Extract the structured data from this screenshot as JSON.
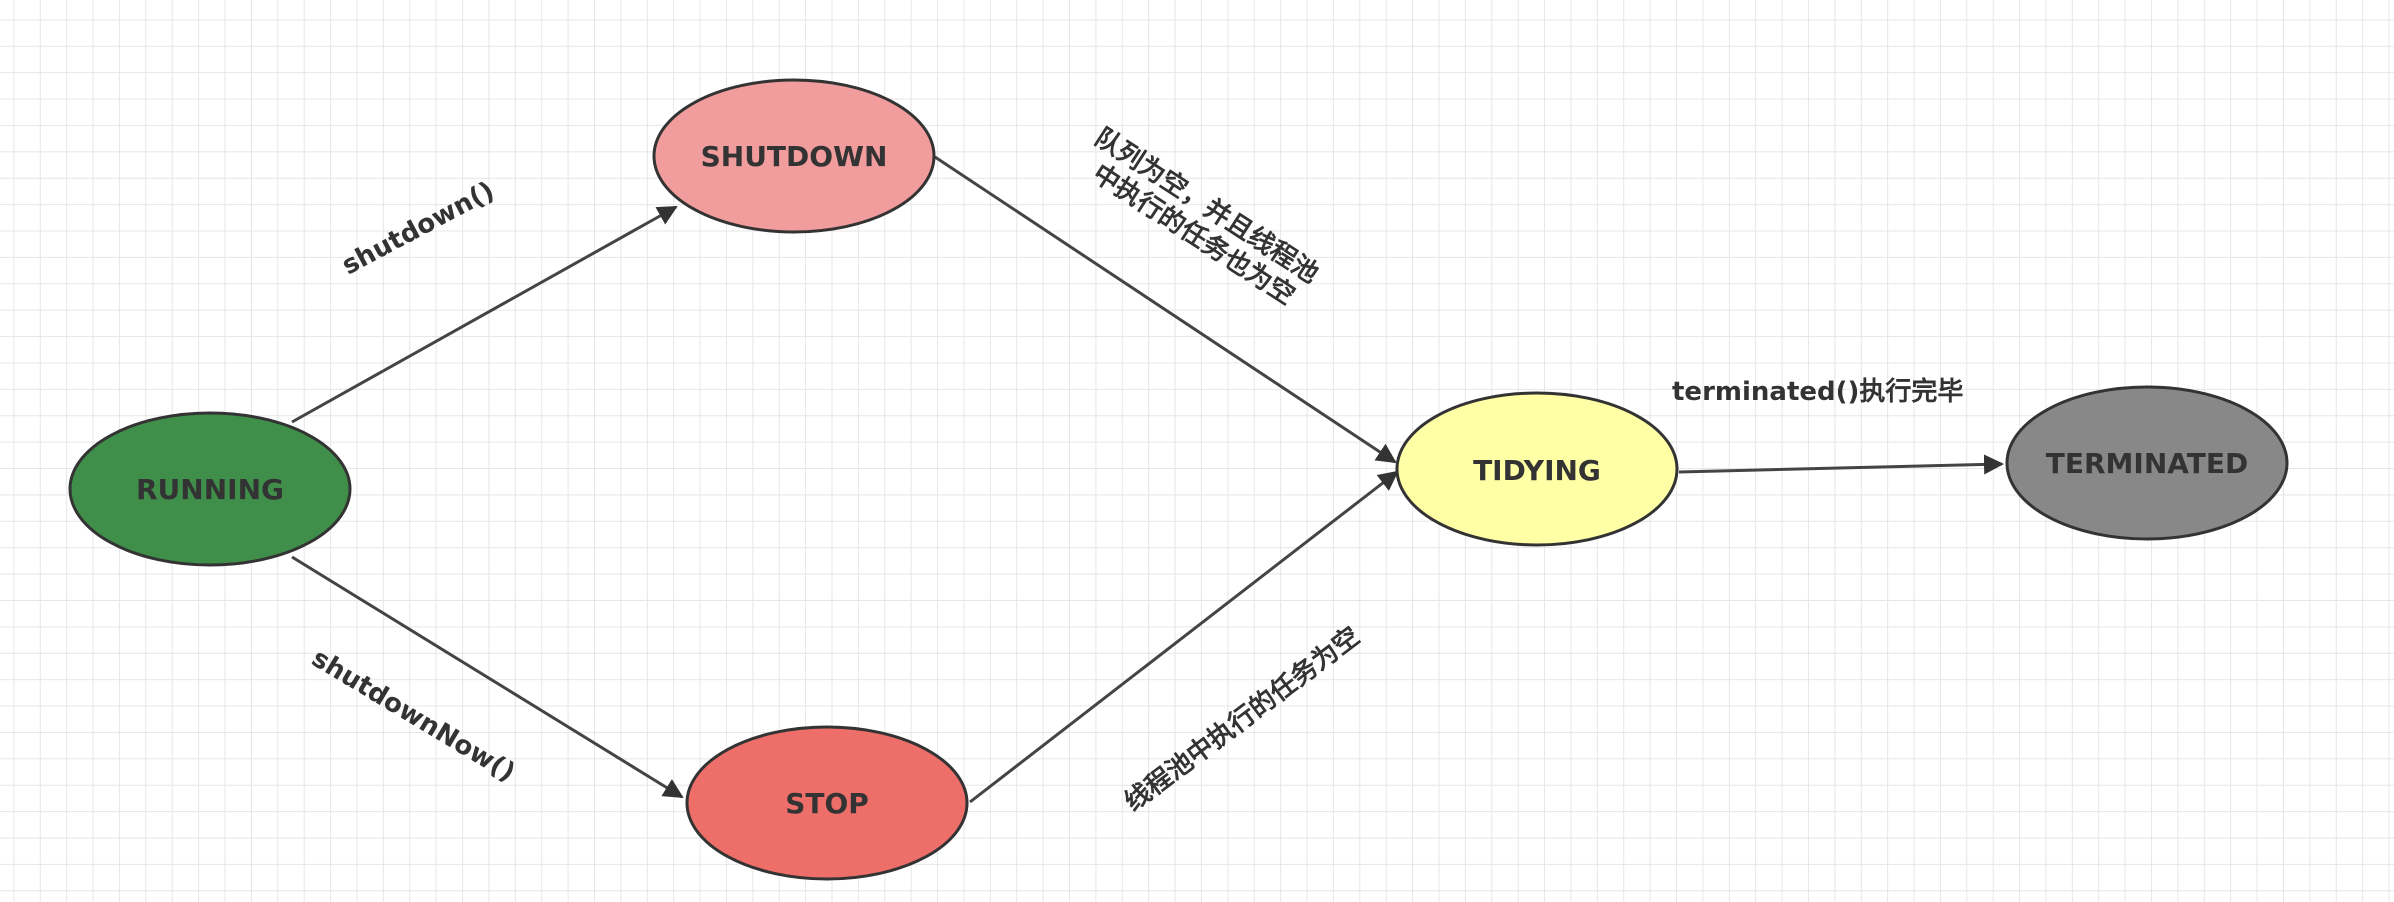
{
  "nodes": {
    "running": {
      "label": "RUNNING",
      "color": "#3f8f4a"
    },
    "shutdown": {
      "label": "SHUTDOWN",
      "color": "#f29d9d"
    },
    "stop": {
      "label": "STOP",
      "color": "#ee6f6a"
    },
    "tidying": {
      "label": "TIDYING",
      "color": "#ffffa6"
    },
    "terminated": {
      "label": "TERMINATED",
      "color": "#888888"
    }
  },
  "edges": {
    "running_shutdown": {
      "label": "shutdown()"
    },
    "running_stop": {
      "label": "shutdownNow()"
    },
    "shutdown_tidying": {
      "line1": "队列为空，并且线程池",
      "line2": "中执行的任务也为空"
    },
    "stop_tidying": {
      "label": "线程池中执行的任务为空"
    },
    "tidying_terminated": {
      "label": "terminated()执行完毕"
    }
  },
  "colors": {
    "stroke": "#333333",
    "line": "#444444",
    "grid": "#e6e6e6"
  }
}
